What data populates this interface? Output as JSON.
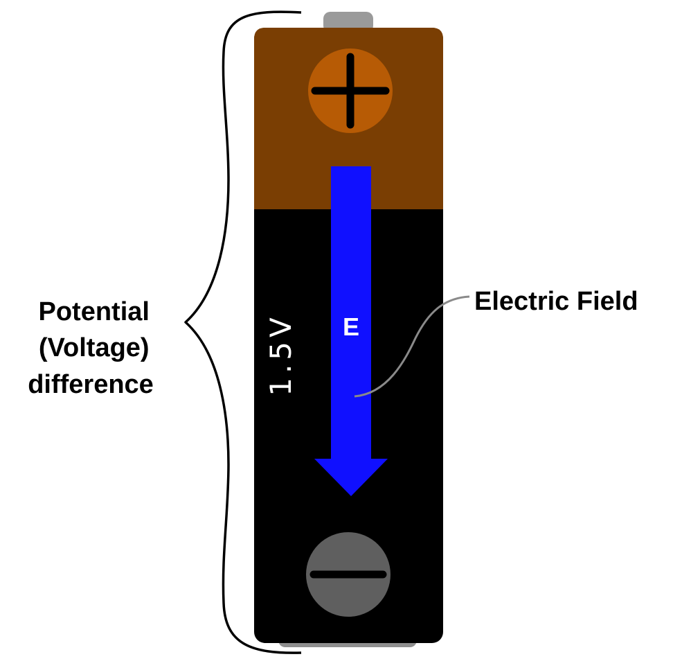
{
  "voltage_label": "1.5V",
  "field_symbol": "E",
  "field_annotation": "Electric Field",
  "difference_label": {
    "line1": "Potential",
    "line2": "(Voltage)",
    "line3": "difference"
  },
  "terminals": {
    "positive_symbol": "plus-icon",
    "negative_symbol": "minus-icon"
  },
  "colors": {
    "background": "#ffffff",
    "battery_cap": "#7a3e03",
    "battery_body": "#000000",
    "positive_terminal": "#b75b05",
    "negative_terminal": "#5f5f5f",
    "nub": "#9a9a9a",
    "field_arrow": "#1010ff",
    "leader_line": "#8a8a8a"
  }
}
